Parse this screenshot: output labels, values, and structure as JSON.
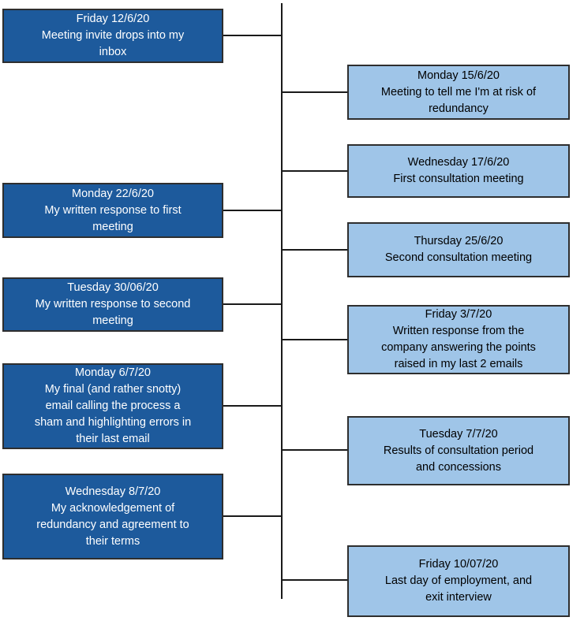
{
  "diagram": {
    "type": "timeline",
    "subject": "redundancy-process-timeline",
    "colors": {
      "left_box_fill": "#1d5a9c",
      "left_box_text": "#ffffff",
      "right_box_fill": "#9fc5e8",
      "right_box_text": "#000000",
      "box_border": "#2e2e2e",
      "line": "#1a1a1a",
      "background": "#ffffff"
    },
    "events": [
      {
        "side": "left",
        "date": "Friday 12/6/20",
        "description": "Meeting invite drops into my\ninbox"
      },
      {
        "side": "right",
        "date": "Monday 15/6/20",
        "description": "Meeting to tell me I'm at risk of\nredundancy"
      },
      {
        "side": "right",
        "date": "Wednesday 17/6/20",
        "description": "First consultation meeting"
      },
      {
        "side": "left",
        "date": "Monday 22/6/20",
        "description": "My written response to first\nmeeting"
      },
      {
        "side": "right",
        "date": "Thursday 25/6/20",
        "description": "Second consultation meeting"
      },
      {
        "side": "left",
        "date": "Tuesday 30/06/20",
        "description": "My written response to second\nmeeting"
      },
      {
        "side": "right",
        "date": "Friday 3/7/20",
        "description": "Written response from the\ncompany answering the points\nraised in my last 2 emails"
      },
      {
        "side": "left",
        "date": "Monday 6/7/20",
        "description": "My final (and rather snotty)\nemail calling the process a\nsham and highlighting errors in\ntheir last email"
      },
      {
        "side": "right",
        "date": "Tuesday 7/7/20",
        "description": "Results of consultation period\nand concessions"
      },
      {
        "side": "left",
        "date": "Wednesday 8/7/20",
        "description": "My acknowledgement of\nredundancy and agreement to\ntheir terms"
      },
      {
        "side": "right",
        "date": "Friday 10/07/20",
        "description": "Last day of employment, and\nexit interview"
      }
    ]
  }
}
